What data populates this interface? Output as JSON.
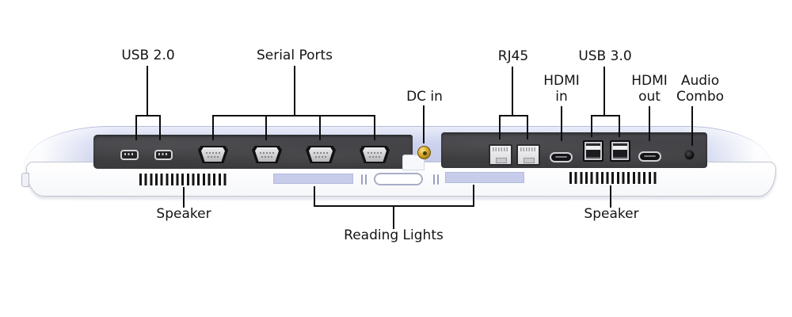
{
  "diagram_type": "hardware-port-callout-diagram",
  "labels": {
    "usb_2_0": "USB 2.0",
    "serial_ports": "Serial Ports",
    "dc_in": "DC in",
    "rj45": "RJ45",
    "hdmi_in": {
      "line1": "HDMI",
      "line2": "in"
    },
    "usb_3_0": "USB 3.0",
    "hdmi_out": {
      "line1": "HDMI",
      "line2": "out"
    },
    "audio_combo": {
      "line1": "Audio",
      "line2": "Combo"
    },
    "speaker_left": "Speaker",
    "speaker_right": "Speaker",
    "reading_lights": "Reading Lights"
  },
  "ports": {
    "usb_2_0_count": 2,
    "serial_count": 4,
    "dc_in_count": 1,
    "rj45_count": 2,
    "hdmi_in_count": 1,
    "usb_3_0_count": 2,
    "hdmi_out_count": 1,
    "audio_combo_count": 1,
    "speaker_count": 2,
    "reading_light_count": 2
  },
  "colors": {
    "background": "#ffffff",
    "callout_line": "#0d0d0d",
    "label_text": "#141414",
    "port_strip": "#3d3d40",
    "device_band": "#c9cfe9",
    "bezel": "#fdfdff",
    "reading_light": "#c7ccea",
    "dc_jack_gold": "#c9a227"
  }
}
